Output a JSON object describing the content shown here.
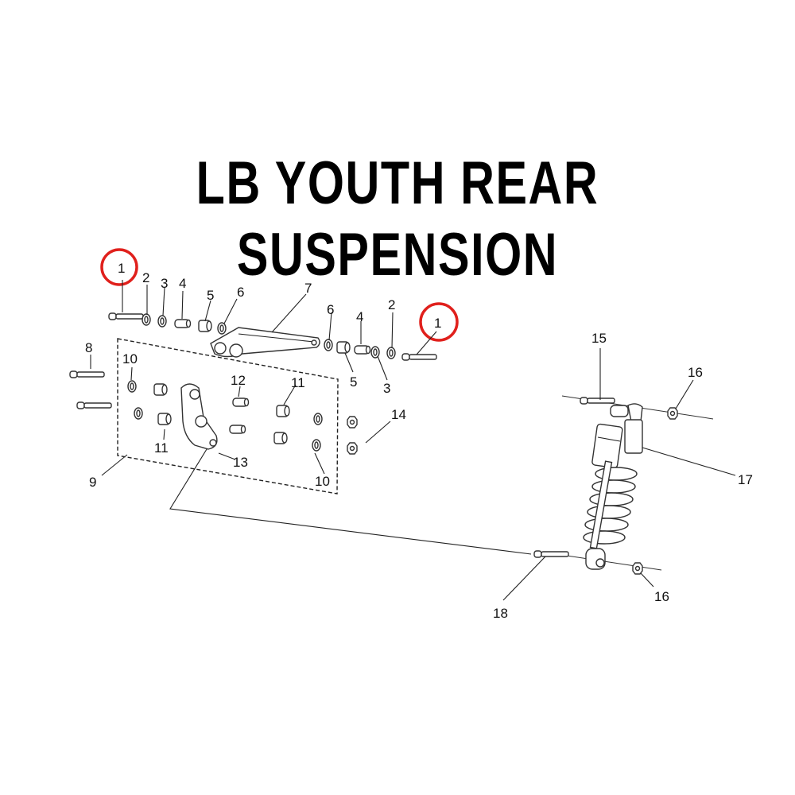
{
  "title": "LB YOUTH REAR SUSPENSION",
  "highlight_color": "#e0201c",
  "callouts": {
    "c1a": "1",
    "c2a": "2",
    "c3a": "3",
    "c4a": "4",
    "c5a": "5",
    "c6a": "6",
    "c7": "7",
    "c6b": "6",
    "c4b": "4",
    "c2b": "2",
    "c1b": "1",
    "c5b": "5",
    "c3b": "3",
    "c8": "8",
    "c10a": "10",
    "c12": "12",
    "c11a": "11",
    "c11b": "11",
    "c13": "13",
    "c9": "9",
    "c10b": "10",
    "c14": "14",
    "c15": "15",
    "c16a": "16",
    "c17": "17",
    "c18": "18",
    "c16b": "16"
  },
  "highlighted_callouts": [
    "1",
    "1"
  ],
  "parts": [
    {
      "number": "1",
      "type": "bolt"
    },
    {
      "number": "2",
      "type": "washer"
    },
    {
      "number": "3",
      "type": "washer"
    },
    {
      "number": "4",
      "type": "sleeve"
    },
    {
      "number": "5",
      "type": "bearing"
    },
    {
      "number": "6",
      "type": "washer"
    },
    {
      "number": "7",
      "type": "rocker-arm"
    },
    {
      "number": "8",
      "type": "bolt"
    },
    {
      "number": "9",
      "type": "linkage-kit"
    },
    {
      "number": "10",
      "type": "washer"
    },
    {
      "number": "11",
      "type": "bearing"
    },
    {
      "number": "12",
      "type": "sleeve"
    },
    {
      "number": "13",
      "type": "link-plate"
    },
    {
      "number": "14",
      "type": "nut"
    },
    {
      "number": "15",
      "type": "bolt"
    },
    {
      "number": "16",
      "type": "nut"
    },
    {
      "number": "17",
      "type": "rear-shock"
    },
    {
      "number": "18",
      "type": "bolt"
    }
  ]
}
